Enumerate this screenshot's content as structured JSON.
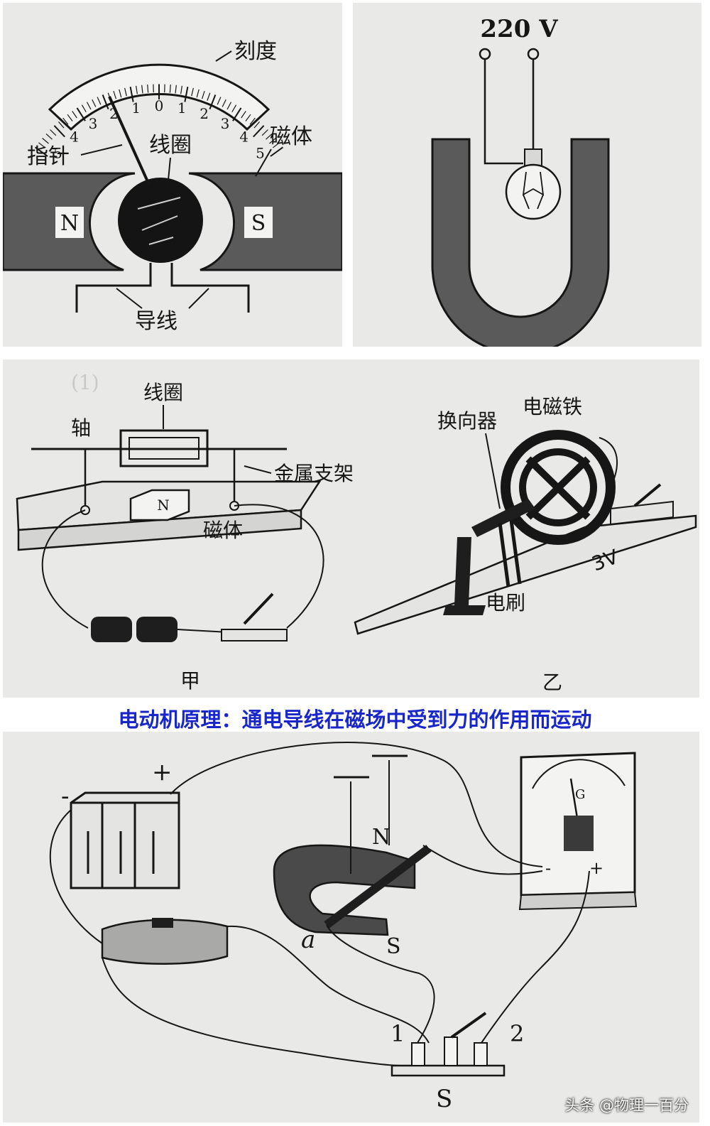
{
  "galvanometer": {
    "scale_numbers": [
      "5",
      "4",
      "3",
      "2",
      "1",
      "0",
      "1",
      "2",
      "3",
      "4",
      "5"
    ],
    "scale_label": "刻度",
    "pointer_label": "指针",
    "coil_label": "线圈",
    "magnet_label": "磁体",
    "north": "N",
    "south": "S",
    "wire_label": "导线"
  },
  "bulb_magnet": {
    "voltage": "220 V"
  },
  "motor_models": {
    "faded_mark": "(1)",
    "jia": {
      "axle_label": "轴",
      "coil_label": "线圈",
      "support_label": "金属支架",
      "magnet_label": "磁体",
      "magnet_pole": "N",
      "caption": "甲"
    },
    "yi": {
      "commutator_label": "换向器",
      "electromagnet_label": "电磁铁",
      "voltage_label": "3V",
      "brush_label": "电刷",
      "caption": "乙"
    }
  },
  "banner": {
    "text": "电动机原理：通电导线在磁场中受到力的作用而运动"
  },
  "experiment": {
    "battery_plus": "+",
    "battery_minus": "-",
    "magnet_north": "N",
    "magnet_south": "S",
    "rod_label": "a",
    "meter_letter": "G",
    "meter_minus": "-",
    "meter_plus": "+",
    "switch_terminal_1": "1",
    "switch_terminal_2": "2",
    "switch_label": "S"
  },
  "watermark": {
    "text": "头条 @物理一百分"
  },
  "colors": {
    "banner_text": "#1a27c8",
    "magnet_fill": "#5a5a5a",
    "paper": "#e9e9e7",
    "ink": "#161616"
  }
}
